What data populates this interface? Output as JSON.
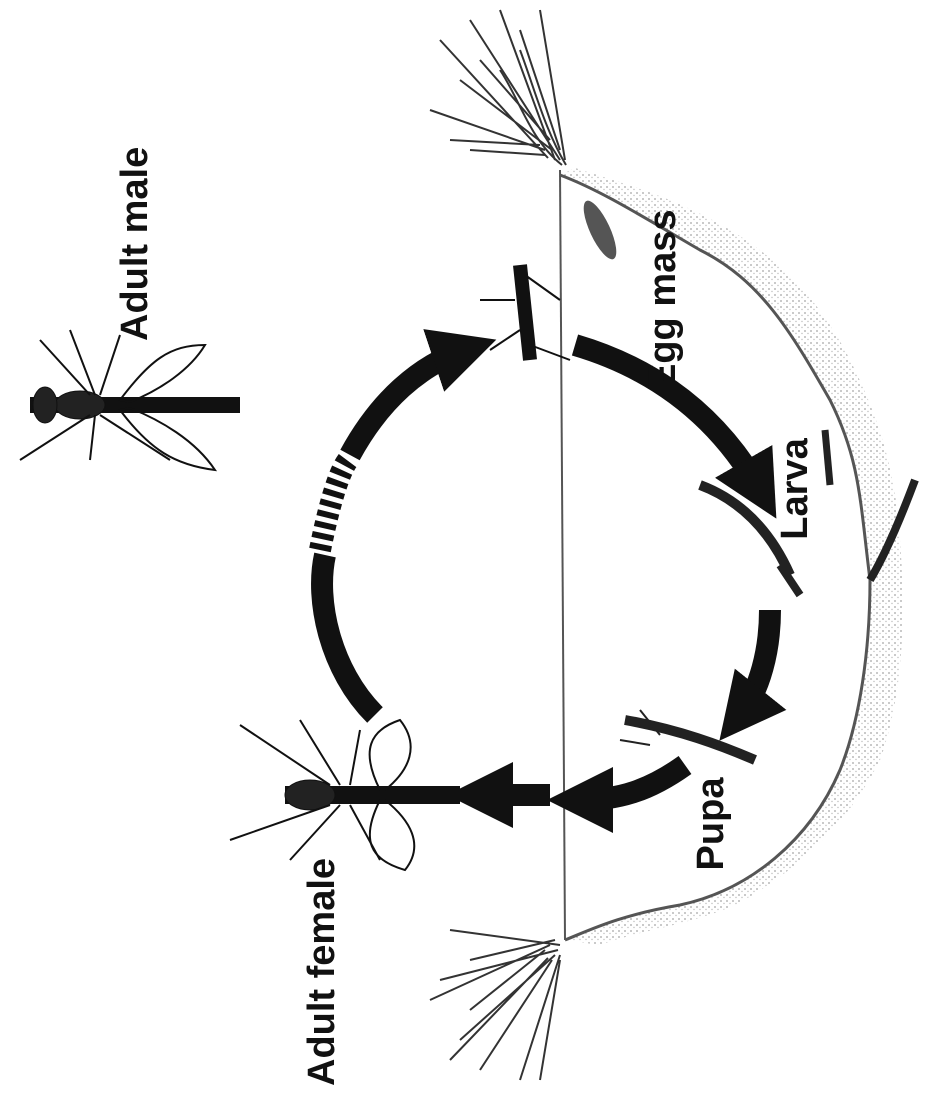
{
  "labels": {
    "adult_male": "Adult male",
    "adult_female": "Adult female",
    "egg_mass": "Egg mass",
    "larva": "Larva",
    "pupa": "Pupa"
  },
  "colors": {
    "ink": "#111111",
    "arrow": "#111111",
    "soil_stipple": "#b8b8b8",
    "water_line": "#555555",
    "background": "#ffffff"
  },
  "icons": [
    "adult-male-mosquito-icon",
    "adult-female-mosquito-icon",
    "emerging-mosquito-icon",
    "egg-mass-icon",
    "larva-icon",
    "pupa-icon",
    "grass-tuft-icon"
  ]
}
